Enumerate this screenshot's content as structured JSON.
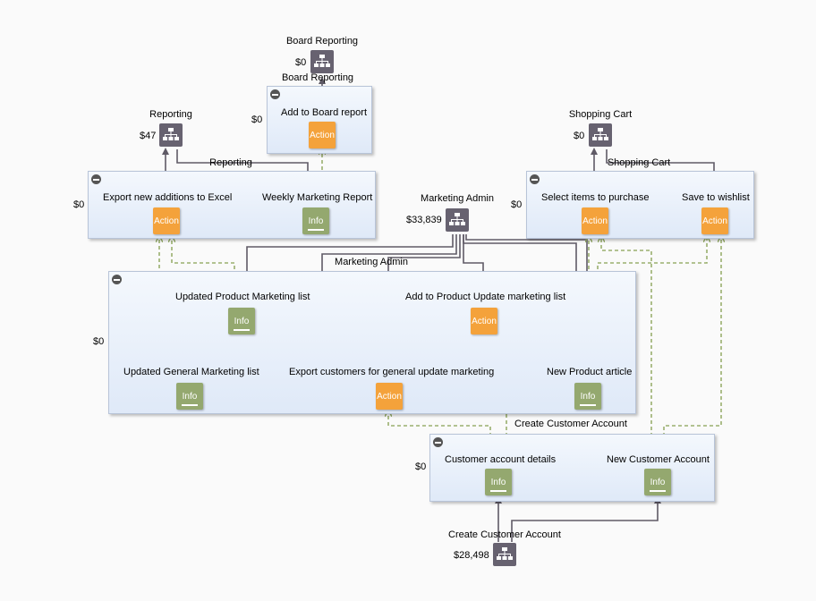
{
  "hubs": {
    "board_reporting": {
      "title": "Board Reporting",
      "cost": "$0"
    },
    "reporting": {
      "title": "Reporting",
      "cost": "$47"
    },
    "shopping_cart": {
      "title": "Shopping Cart",
      "cost": "$0"
    },
    "marketing_admin": {
      "title": "Marketing Admin",
      "cost": "$33,839"
    },
    "create_customer_account": {
      "title": "Create Customer Account",
      "cost": "$28,498"
    }
  },
  "groups": {
    "board_reporting": {
      "title": "Board Reporting",
      "cost": "$0"
    },
    "reporting": {
      "title": "Reporting",
      "cost": "$0"
    },
    "shopping_cart": {
      "title": "Shopping Cart",
      "cost": "$0"
    },
    "marketing_admin": {
      "title": "Marketing Admin",
      "cost": "$0"
    },
    "create_customer_account": {
      "title": "Create Customer Account",
      "cost": "$0"
    }
  },
  "tasks": {
    "add_board_report": {
      "label": "Add to Board report",
      "kind": "Action"
    },
    "export_excel": {
      "label": "Export new additions to Excel",
      "kind": "Action"
    },
    "weekly_report": {
      "label": "Weekly Marketing Report",
      "kind": "Info"
    },
    "select_items": {
      "label": "Select items to purchase",
      "kind": "Action"
    },
    "save_wishlist": {
      "label": "Save to wishlist",
      "kind": "Action"
    },
    "updated_product_list": {
      "label": "Updated Product Marketing list",
      "kind": "Info"
    },
    "add_product_update": {
      "label": "Add to Product Update marketing list",
      "kind": "Action"
    },
    "updated_general_list": {
      "label": "Updated General Marketing list",
      "kind": "Info"
    },
    "export_customers": {
      "label": "Export customers for general update marketing",
      "kind": "Action"
    },
    "new_product_article": {
      "label": "New Product article",
      "kind": "Info"
    },
    "customer_details": {
      "label": "Customer account details",
      "kind": "Info"
    },
    "new_customer_account": {
      "label": "New Customer Account",
      "kind": "Info"
    }
  },
  "colors": {
    "action": "#f4a23b",
    "info": "#94a86f",
    "hub": "#676270",
    "connector": "#5f5a66",
    "dependency": "#9ab06e"
  }
}
